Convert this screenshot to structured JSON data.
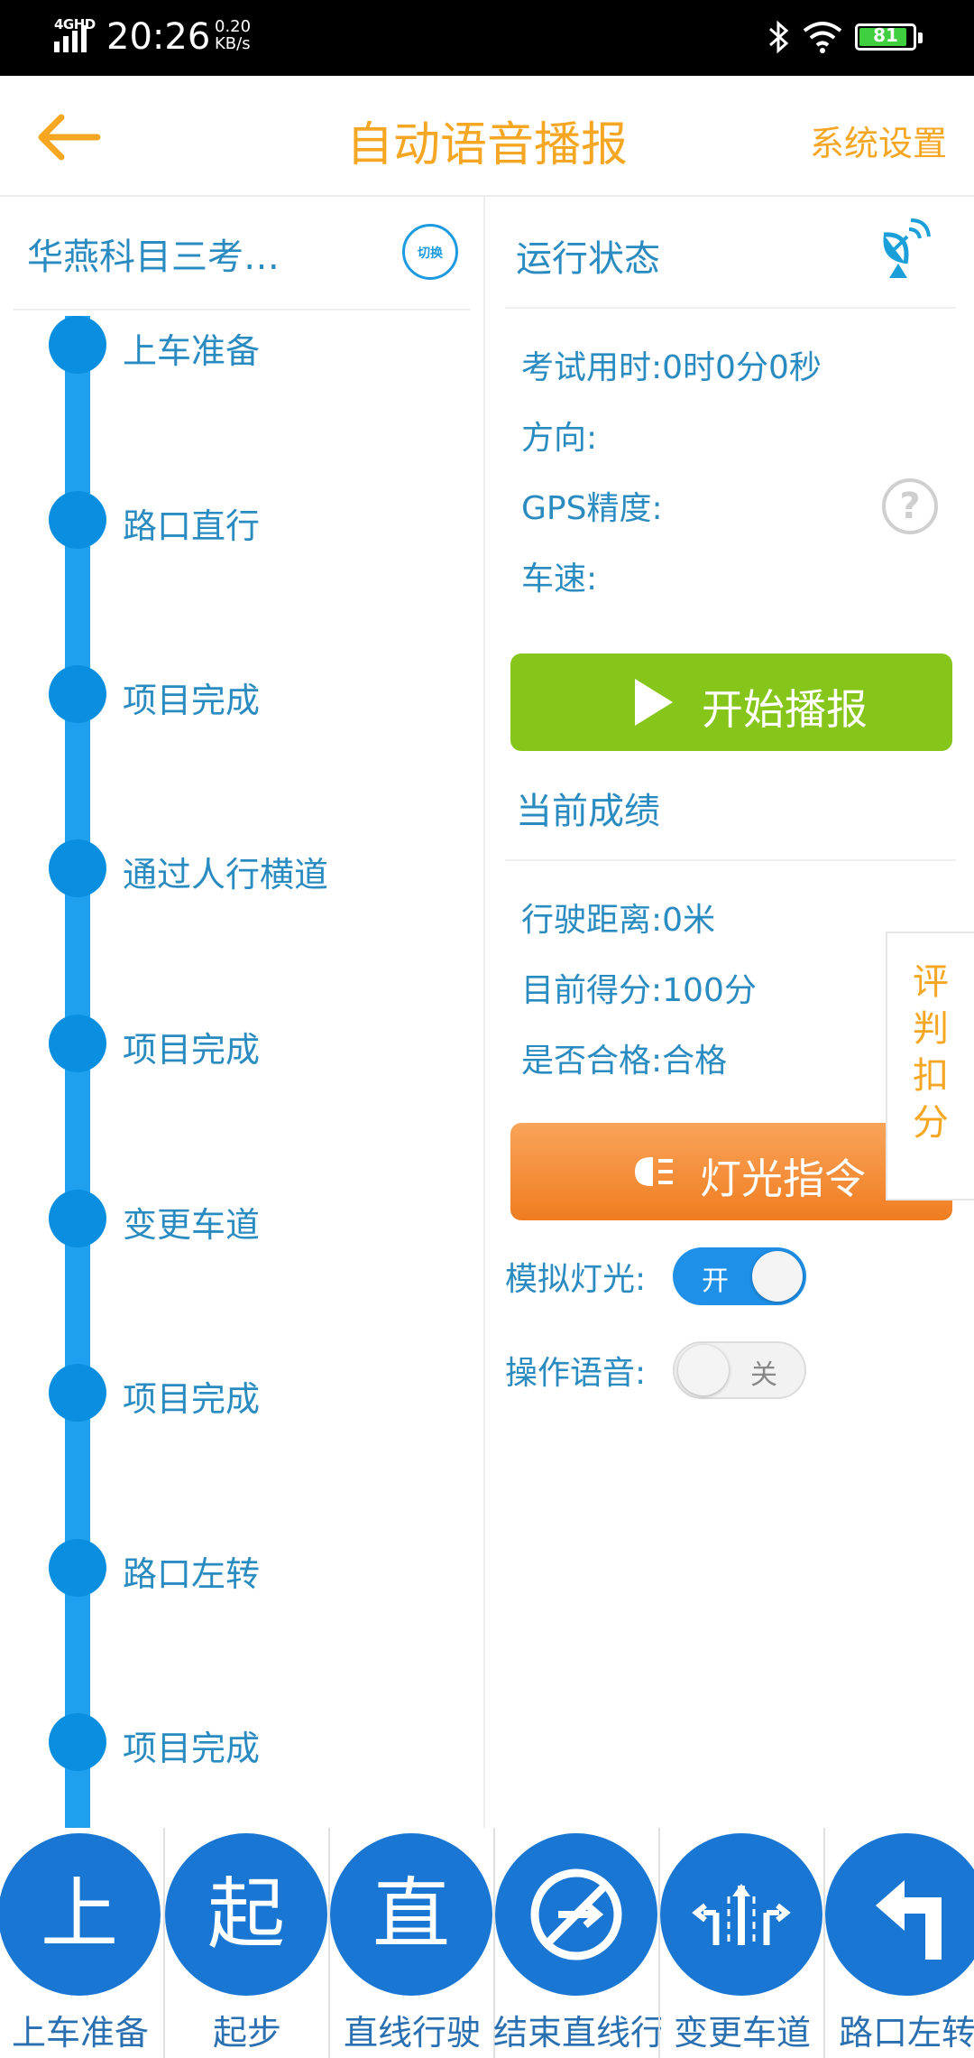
{
  "status_bar": {
    "network": "4GHD",
    "time": "20:26",
    "speed_value": "0.20",
    "speed_unit": "KB/s",
    "battery": "81"
  },
  "header": {
    "title": "自动语音播报",
    "settings_label": "系统设置"
  },
  "left_panel": {
    "route_name": "华燕科目三考…",
    "switch_label": "切换",
    "steps": [
      {
        "label": "上车准备"
      },
      {
        "label": "路口直行"
      },
      {
        "label": "项目完成"
      },
      {
        "label": "通过人行横道"
      },
      {
        "label": "项目完成"
      },
      {
        "label": "变更车道"
      },
      {
        "label": "项目完成"
      },
      {
        "label": "路口左转"
      },
      {
        "label": "项目完成"
      }
    ]
  },
  "running_status": {
    "title": "运行状态",
    "exam_time": "考试用时:0时0分0秒",
    "direction": "方向:",
    "gps_accuracy": "GPS精度:",
    "speed": "车速:",
    "start_button": "开始播报"
  },
  "current_score": {
    "title": "当前成绩",
    "distance": "行驶距离:0米",
    "score": "目前得分:100分",
    "qualified": "是否合格:合格",
    "light_button": "灯光指令"
  },
  "toggles": {
    "simulate_light_label": "模拟灯光:",
    "simulate_light_state": "开",
    "voice_label": "操作语音:",
    "voice_state": "关"
  },
  "side_tab": {
    "label": "评\n判\n扣\n分"
  },
  "bottom_items": [
    {
      "glyph": "上",
      "label": "上车准备",
      "icon": "text-icon"
    },
    {
      "glyph": "起",
      "label": "起步",
      "icon": "text-icon"
    },
    {
      "glyph": "直",
      "label": "直线行驶",
      "icon": "text-icon"
    },
    {
      "glyph": "",
      "label": "结束直线行驶",
      "icon": "end-straight-icon"
    },
    {
      "glyph": "",
      "label": "变更车道",
      "icon": "lane-change-icon"
    },
    {
      "glyph": "",
      "label": "路口左转",
      "icon": "left-turn-icon"
    }
  ],
  "colors": {
    "accent_orange": "#f5a623",
    "primary_blue": "#1fa0ef",
    "start_green": "#86c61a",
    "light_orange": "#f07d20",
    "bottom_blue": "#1976d2"
  }
}
